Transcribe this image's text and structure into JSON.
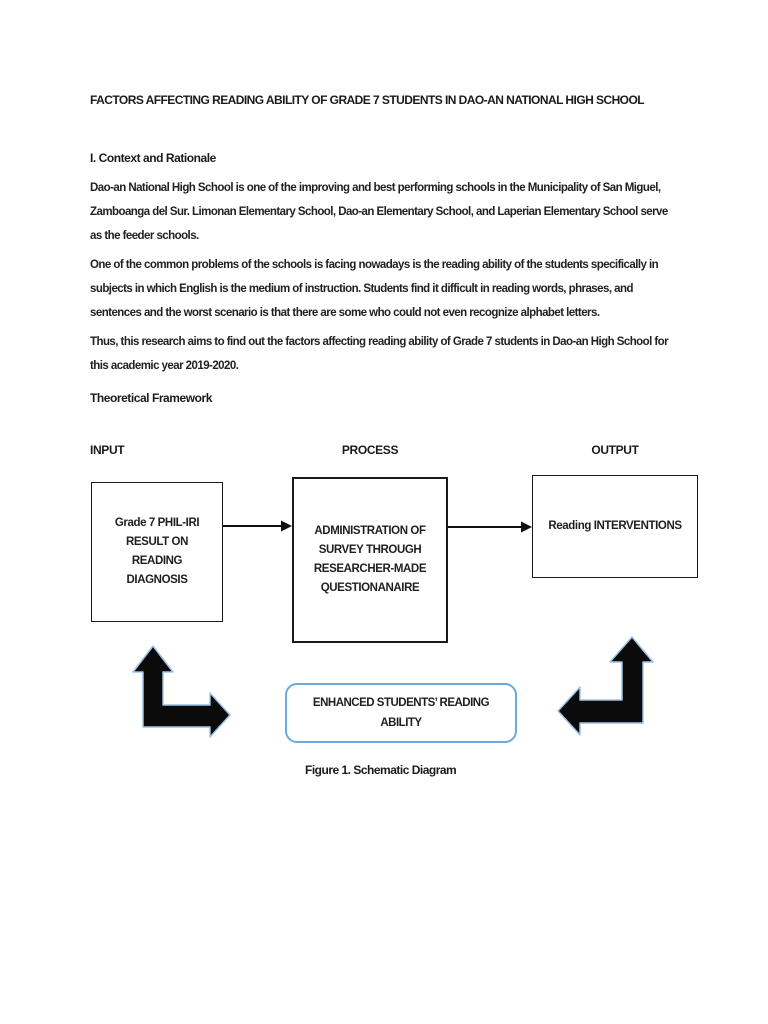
{
  "doc": {
    "title": "FACTORS AFFECTING READING ABILITY OF GRADE 7 STUDENTS IN DAO-AN NATIONAL HIGH SCHOOL",
    "section_heading": "I. Context and Rationale",
    "paragraphs": [
      "Dao-an National High School is one of the improving and best performing schools in the Municipality of San Miguel, Zamboanga del Sur. Limonan Elementary School, Dao-an Elementary School, and Laperian Elementary School serve as the feeder schools.",
      "One of the common problems of the schools is facing nowadays is the reading ability of the students specifically in subjects in which English is the medium of instruction. Students find it difficult in reading words, phrases, and sentences and the worst scenario is that there are some who could not even recognize alphabet letters.",
      "Thus, this research aims to find out the factors affecting reading ability of Grade 7 students in Dao-an High School for this academic year 2019-2020."
    ],
    "framework_heading": "Theoretical Framework"
  },
  "diagram": {
    "columns": [
      "INPUT",
      "PROCESS",
      "OUTPUT"
    ],
    "input_box": {
      "lines": [
        "Grade 7 PHIL-IRI",
        "RESULT ON",
        "READING",
        "DIAGNOSIS"
      ]
    },
    "process_box": {
      "lines": [
        "ADMINISTRATION OF",
        "SURVEY THROUGH",
        "RESEARCHER-MADE",
        "QUESTIONANAIRE"
      ]
    },
    "output_box": {
      "lines": [
        "Reading INTERVENTIONS"
      ]
    },
    "outcome_box": {
      "lines": [
        "ENHANCED STUDENTS’ READING",
        "ABILITY"
      ]
    },
    "caption": "Figure 1. Schematic Diagram",
    "colors": {
      "box_border": "#1a1a1a",
      "arrow_black": "#0b0b0b",
      "arrow_outline": "#9dc3e6",
      "outcome_border": "#6fa8dc",
      "text": "#1f1f1f"
    }
  }
}
